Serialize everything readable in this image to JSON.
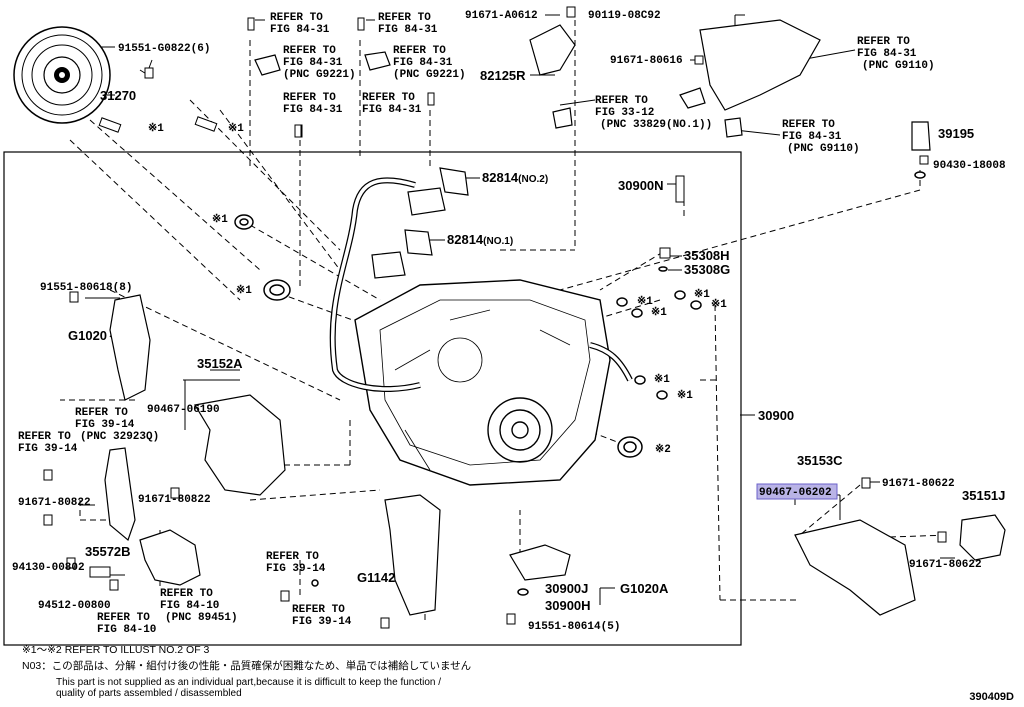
{
  "refer": {
    "r1": [
      "REFER TO",
      "FIG 84-31"
    ],
    "r2": [
      "REFER TO",
      "FIG 84-31"
    ],
    "r3": [
      "REFER TO",
      "FIG 84-31",
      "(PNC G9221)"
    ],
    "r4": [
      "REFER TO",
      "FIG 84-31",
      "(PNC G9221)"
    ],
    "r5": [
      "REFER TO",
      "FIG 84-31"
    ],
    "r6": [
      "REFER TO",
      "FIG 84-31"
    ],
    "r7": [
      "REFER TO",
      "FIG 33-12",
      "(PNC 33829(NO.1))"
    ],
    "r8": [
      "REFER TO",
      "FIG 84-31",
      "(PNC G9110)"
    ],
    "r9": [
      "REFER TO",
      "FIG 84-31",
      "(PNC G9110)"
    ],
    "r10": [
      "REFER TO",
      "FIG 39-14",
      "(PNC 32923Q)"
    ],
    "r11": [
      "REFER TO",
      "FIG 39-14"
    ],
    "r12": [
      "REFER TO",
      "FIG 84-10",
      "(PNC 89451)"
    ],
    "r13": [
      "REFER TO",
      "FIG 84-10"
    ],
    "r14": [
      "REFER TO",
      "FIG 39-14"
    ],
    "r15": [
      "REFER TO",
      "FIG 39-14"
    ]
  },
  "parts": {
    "p91551_G0822": "91551-G0822(6)",
    "p31270": "31270",
    "p91671_A0612": "91671-A0612",
    "p90119": "90119-08C92",
    "p91671_80616": "91671-80616",
    "p82125R": "82125R",
    "p39195": "39195",
    "p90430": "90430-18008",
    "p82814_2": "82814",
    "p82814_2_sfx": "(NO.2)",
    "p82814_1": "82814",
    "p82814_1_sfx": "(NO.1)",
    "p30900N": "30900N",
    "p35308H": "35308H",
    "p35308G": "35308G",
    "p91551_80618": "91551-80618(8)",
    "pG1020": "G1020",
    "p35152A": "35152A",
    "p90467_06190": "90467-06190",
    "p30900": "30900",
    "p35153C": "35153C",
    "p91671_80622a": "91671-80622",
    "p90467_06202": "90467-06202",
    "p35151J": "35151J",
    "p91671_80622b": "91671-80622",
    "p91671_80822a": "91671-80822",
    "p91671_80822b": "91671-80822",
    "p94130": "94130-00802",
    "p35572B": "35572B",
    "p94512": "94512-00800",
    "pG1142": "G1142",
    "p30900J": "30900J",
    "pG1020A": "G1020A",
    "p30900H": "30900H",
    "p91551_80614": "91551-80614(5)",
    "x1": "※1",
    "x2": "※2"
  },
  "notes": {
    "line1": "※1～※2 REFER TO ILLUST NO.2 OF 3",
    "line2": "N03：この部品は、分解・組付け後の性能・品質確保が困難なため、単品では補給していません",
    "line3": "This part is not supplied as an individual part,because it is difficult to keep the function /",
    "line4": "quality of parts assembled / disassembled"
  },
  "footer_id": "390409D",
  "colors": {
    "line": "#000000",
    "highlight": "#b9b3e6",
    "highlight_border": "#6b62c9"
  }
}
